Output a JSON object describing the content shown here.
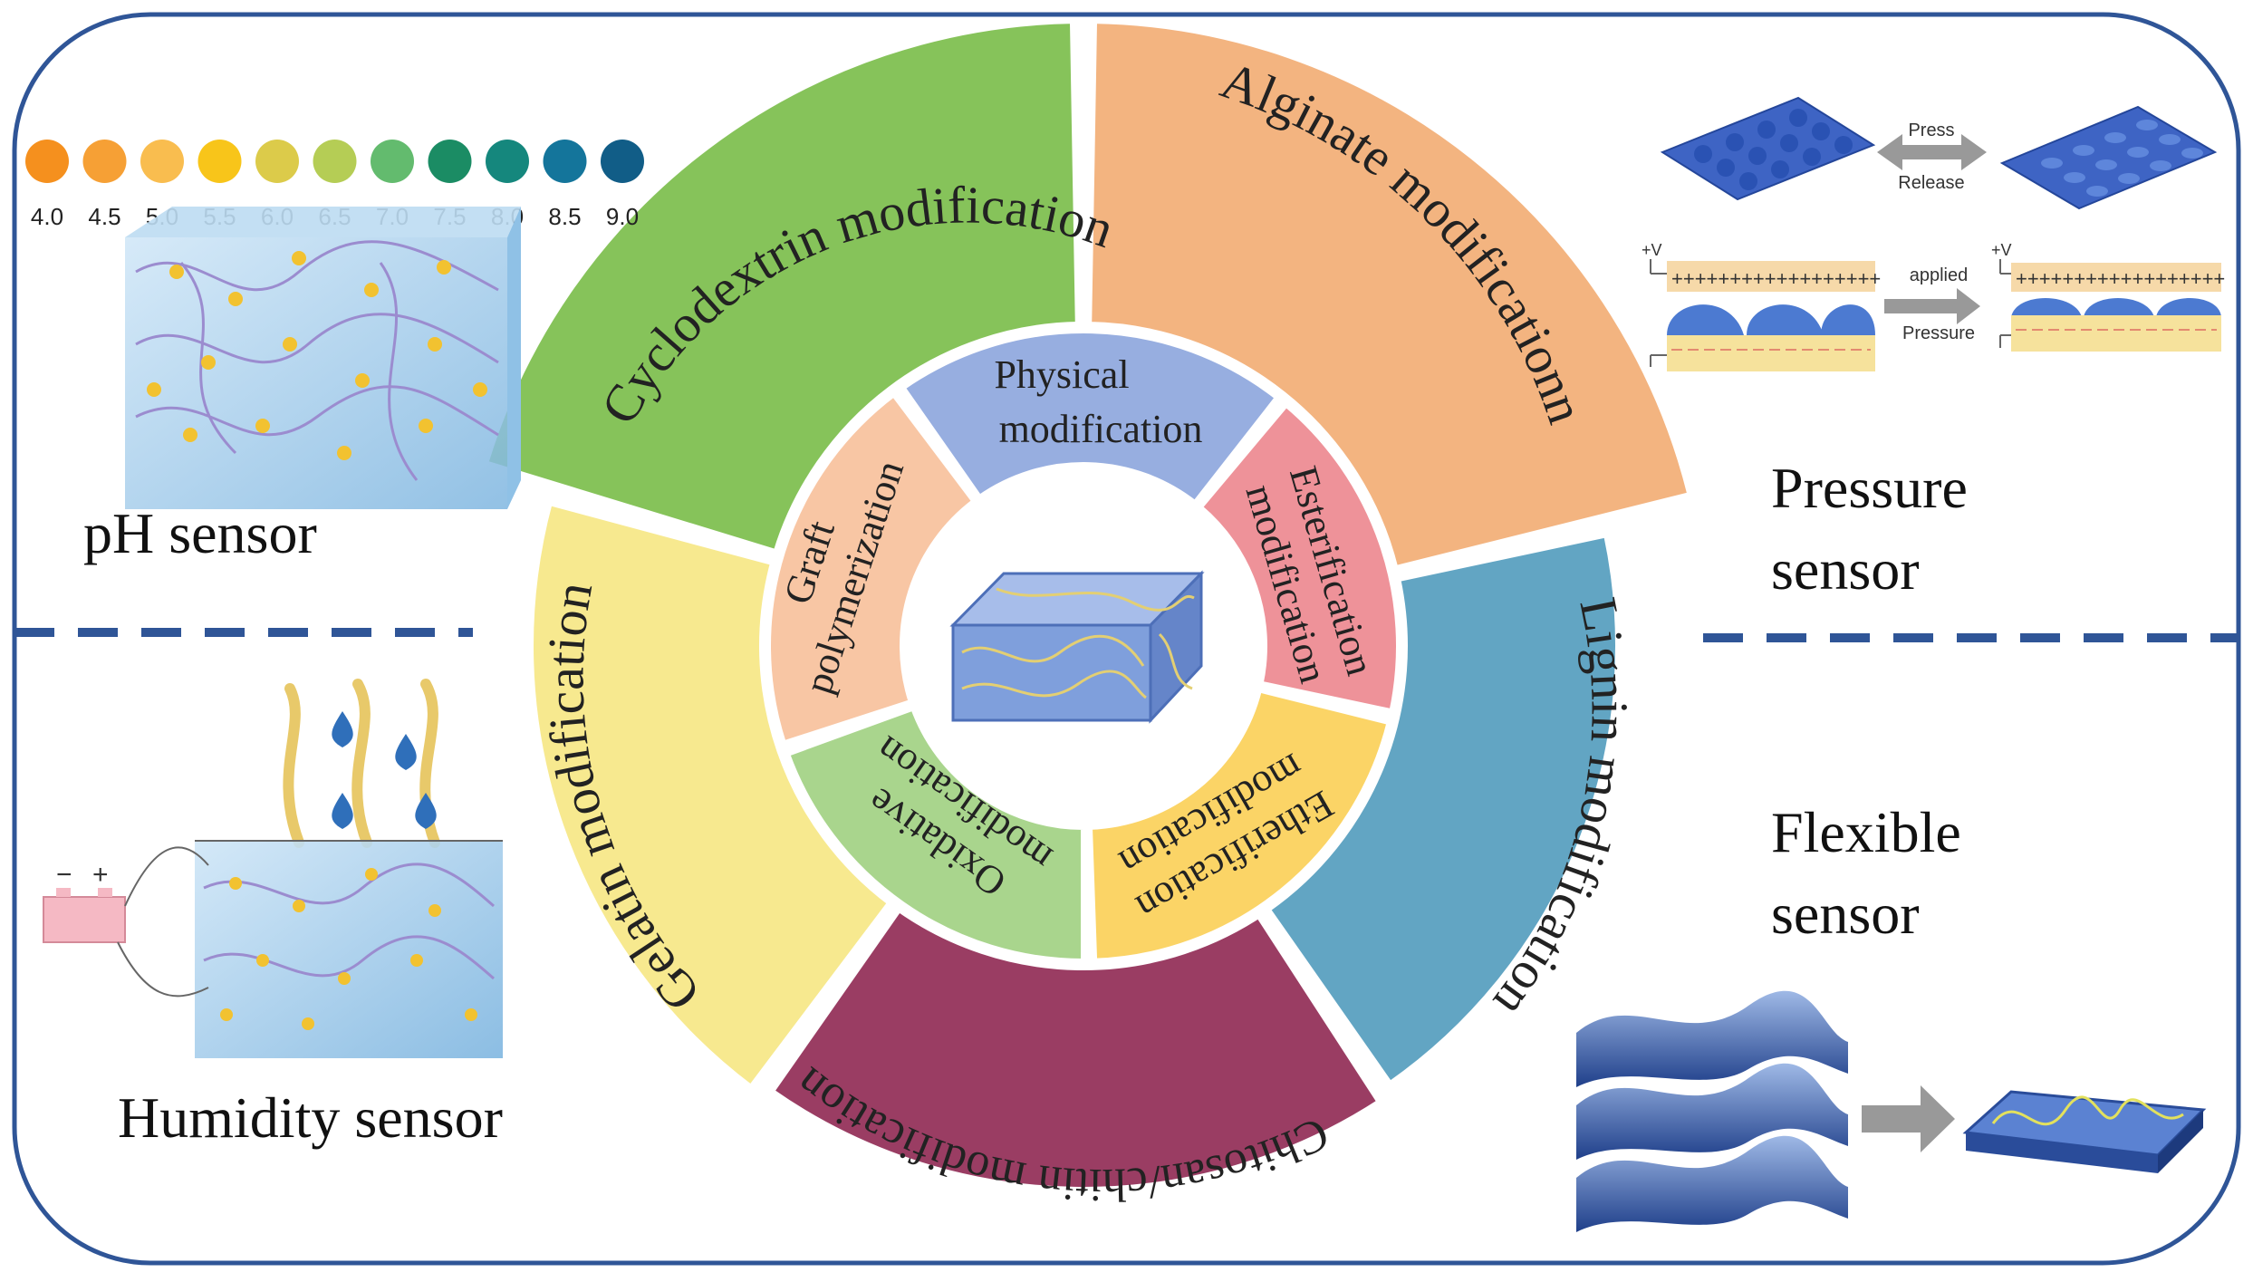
{
  "ph_scale": {
    "labels": [
      "4.0",
      "4.5",
      "5.0",
      "5.5",
      "6.0",
      "6.5",
      "7.0",
      "7.5",
      "8.0",
      "8.5",
      "9.0"
    ],
    "colors": [
      "#f5901e",
      "#f6a035",
      "#f9bd4f",
      "#f8c51a",
      "#dccb4a",
      "#b5cd55",
      "#63bb6e",
      "#1b8c64",
      "#15877d",
      "#14759b",
      "#115d87"
    ]
  },
  "labels": {
    "ph_sensor": "pH sensor",
    "humidity_sensor": "Humidity sensor",
    "pressure_sensor_line1": "Pressure",
    "pressure_sensor_line2": "sensor",
    "flexible_sensor_line1": "Flexible",
    "flexible_sensor_line2": "sensor"
  },
  "outer_ring": [
    {
      "label": "Cyclodextrin modification",
      "color": "#86c35a"
    },
    {
      "label": "Alginate modificationn",
      "color": "#f3b480"
    },
    {
      "label": "Lignin modification",
      "color": "#62a5c3"
    },
    {
      "label": "Chitosan/chitin modification",
      "color": "#9a3d63"
    },
    {
      "label": "Gelatin modification",
      "color": "#f7e98f"
    }
  ],
  "inner_ring": [
    {
      "line1": "Physical",
      "line2": "modification",
      "color": "#97aee0"
    },
    {
      "line1": "Esterification",
      "line2": "modification",
      "color": "#ee9299"
    },
    {
      "line1": "Etherification",
      "line2": "modification",
      "color": "#fbd466"
    },
    {
      "line1": "Oxidative",
      "line2": "modification",
      "color": "#a9d58d"
    },
    {
      "line1": "Graft",
      "line2": "polymerization",
      "color": "#f8c6a4"
    }
  ],
  "pressure_diagram": {
    "press_label": "Press",
    "release_label": "Release",
    "applied_label": "applied",
    "pressure_label": "Pressure",
    "voltage_left": "+V",
    "voltage_right": "+V"
  },
  "colors": {
    "frame": "#2f5597",
    "divider": "#2f5597"
  }
}
